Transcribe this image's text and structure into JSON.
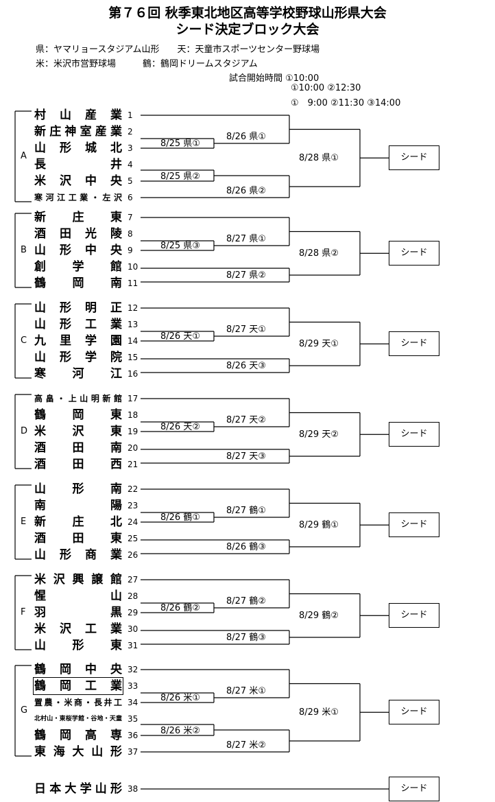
{
  "header": {
    "title_line1": "第７６回 秋季東北地区高等学校野球山形県大会",
    "title_line2": "シード決定ブロック大会",
    "venue_line1": "県：ヤマリョースタジアム山形　　天：天童市スポーツセンター野球場",
    "venue_line2": "米：米沢市営野球場　　　鶴：鶴岡ドリームスタジアム",
    "time_line1": "試合開始時間 ①10:00",
    "time_line2": "①10:00 ②12:30",
    "time_line3": "①　9:00 ②11:30 ③14:00"
  },
  "seed_label": "シード",
  "groups": [
    {
      "letter": "A",
      "teams": [
        {
          "name": "村山産業",
          "num": "1"
        },
        {
          "name": "新庄神室産業",
          "num": "2"
        },
        {
          "name": "山形城北",
          "num": "3"
        },
        {
          "name": "長井",
          "num": "4"
        },
        {
          "name": "米沢中央",
          "num": "5"
        },
        {
          "name": "寒河江工業・左沢",
          "num": "6"
        }
      ],
      "games": {
        "r1a": "8/25 県①",
        "r1b": "8/25 県②",
        "r2a": "8/26 県①",
        "r2b": "8/26 県②",
        "final": "8/28 県①"
      }
    },
    {
      "letter": "B",
      "teams": [
        {
          "name": "新庄東",
          "num": "7"
        },
        {
          "name": "酒田光陵",
          "num": "8"
        },
        {
          "name": "山形中央",
          "num": "9"
        },
        {
          "name": "創学館",
          "num": "10"
        },
        {
          "name": "鶴岡南",
          "num": "11"
        }
      ],
      "games": {
        "r1a": "8/25 県③",
        "r2a": "8/27 県①",
        "r2b": "8/27 県②",
        "final": "8/28 県②"
      }
    },
    {
      "letter": "C",
      "teams": [
        {
          "name": "山形明正",
          "num": "12"
        },
        {
          "name": "山形工業",
          "num": "13"
        },
        {
          "name": "九里学園",
          "num": "14"
        },
        {
          "name": "山形学院",
          "num": "15"
        },
        {
          "name": "寒河江",
          "num": "16"
        }
      ],
      "games": {
        "r1a": "8/26 天①",
        "r2a": "8/27 天①",
        "r2b": "8/26 天③",
        "final": "8/29 天①"
      }
    },
    {
      "letter": "D",
      "teams": [
        {
          "name": "高畠・上山明新館",
          "num": "17"
        },
        {
          "name": "鶴岡東",
          "num": "18"
        },
        {
          "name": "米沢東",
          "num": "19"
        },
        {
          "name": "酒田南",
          "num": "20"
        },
        {
          "name": "酒田西",
          "num": "21"
        }
      ],
      "games": {
        "r1a": "8/26 天②",
        "r2a": "8/27 天②",
        "r2b": "8/27 天③",
        "final": "8/29 天②"
      }
    },
    {
      "letter": "E",
      "teams": [
        {
          "name": "山形南",
          "num": "22"
        },
        {
          "name": "南陽",
          "num": "23"
        },
        {
          "name": "新庄北",
          "num": "24"
        },
        {
          "name": "酒田東",
          "num": "25"
        },
        {
          "name": "山形商業",
          "num": "26"
        }
      ],
      "games": {
        "r1a": "8/26 鶴①",
        "r2a": "8/27 鶴①",
        "r2b": "8/26 鶴③",
        "final": "8/29 鶴①"
      }
    },
    {
      "letter": "F",
      "teams": [
        {
          "name": "米沢興譲館",
          "num": "27"
        },
        {
          "name": "惺山",
          "num": "28"
        },
        {
          "name": "羽黒",
          "num": "29"
        },
        {
          "name": "米沢工業",
          "num": "30"
        },
        {
          "name": "山形東",
          "num": "31"
        }
      ],
      "games": {
        "r1a": "8/26 鶴②",
        "r2a": "8/27 鶴②",
        "r2b": "8/27 鶴③",
        "final": "8/29 鶴②"
      }
    },
    {
      "letter": "G",
      "teams": [
        {
          "name": "鶴岡中央",
          "num": "32"
        },
        {
          "name": "鶴岡工業",
          "num": "33"
        },
        {
          "name": "置農・米商・長井工",
          "num": "34"
        },
        {
          "name": "北村山・東桜学館・谷地・天童",
          "num": "35"
        },
        {
          "name": "鶴岡高専",
          "num": "36"
        },
        {
          "name": "東海大山形",
          "num": "37"
        }
      ],
      "games": {
        "r1a": "8/26 米①",
        "r1b": "8/26 米②",
        "r2a": "8/27 米①",
        "r2b": "8/27 米②",
        "final": "8/29 米①"
      }
    }
  ],
  "last": {
    "name": "日本大学山形",
    "num": "38"
  }
}
